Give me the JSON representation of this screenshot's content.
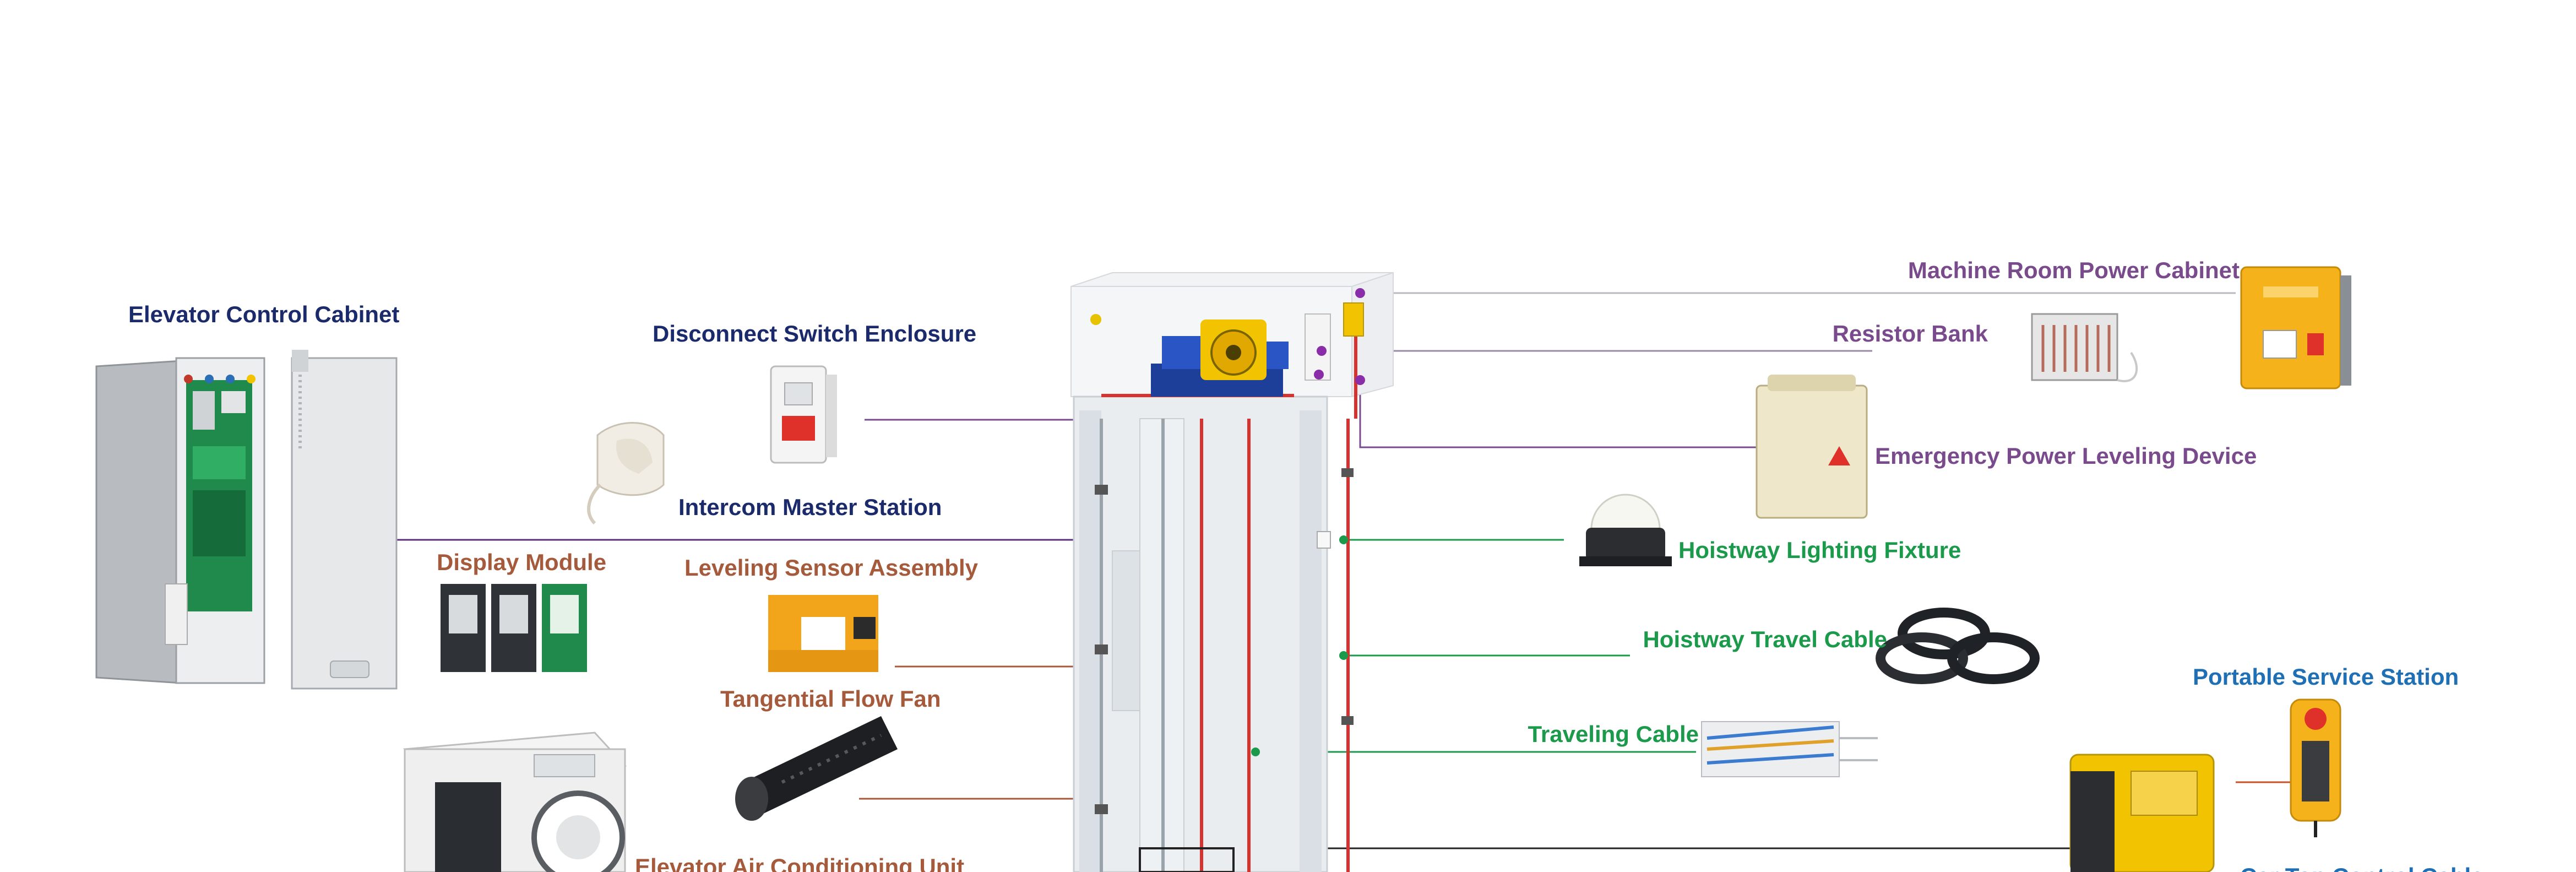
{
  "colors": {
    "navy": "#1b2a6b",
    "purple": "#7a4b8c",
    "brown": "#a55a3b",
    "green": "#1a9a4a",
    "blue": "#1f6fb5",
    "hoistway_red": "#d8322e",
    "machine_yellow": "#f2c300",
    "machine_blue": "#1d3f9a",
    "panel_orange": "#f6b21a"
  },
  "labels": {
    "elevator_control_cabinet": "Elevator Control Cabinet",
    "disconnect_switch_enclosure": "Disconnect Switch Enclosure",
    "intercom_master_station": "Intercom Master Station",
    "display_module": "Display Module",
    "leveling_sensor_assembly": "Leveling Sensor Assembly",
    "tangential_flow_fan": "Tangential Flow Fan",
    "elevator_air_conditioning_unit": "Elevator Air Conditioning Unit",
    "machine_room_power_cabinet": "Machine Room Power Cabinet",
    "resistor_bank": "Resistor Bank",
    "emergency_power_leveling_device": "Emergency Power Leveling Device",
    "hoistway_lighting_fixture": "Hoistway Lighting Fixture",
    "hoistway_travel_cable": "Hoistway Travel Cable",
    "traveling_cable": "Traveling Cable",
    "portable_service_station": "Portable Service Station",
    "car_top_control_cable": "Car Top Control Cable"
  },
  "icons": [
    "control-cabinet-icon",
    "disconnect-switch-icon",
    "intercom-handset-icon",
    "display-module-icon",
    "leveling-sensor-icon",
    "tangential-fan-icon",
    "air-conditioner-icon",
    "hoistway-shaft-icon",
    "traction-machine-icon",
    "power-cabinet-icon",
    "resistor-bank-icon",
    "emergency-device-icon",
    "dome-light-icon",
    "cable-coil-icon",
    "flat-cable-icon",
    "pendant-control-icon",
    "service-station-icon"
  ]
}
